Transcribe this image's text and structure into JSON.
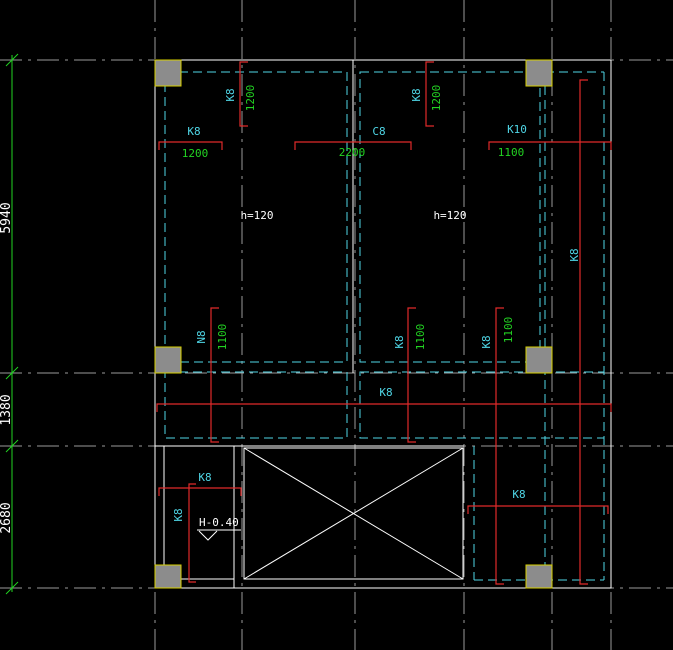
{
  "colors": {
    "background": "#000000",
    "axis_line": "#9a9a9a",
    "wall": "#ffffff",
    "column": "#8c8c8c",
    "column_edge": "#d8d000",
    "beam_dashed": "#4fd6e6",
    "rebar": "#e02a2a",
    "dimension": "#22d322",
    "text_cyan": "#4fd6e6",
    "text_green": "#22d322",
    "text_white": "#ffffff"
  },
  "dimensions": {
    "top_segment": "5940",
    "middle_segment": "1380",
    "bottom_segment": "2680"
  },
  "slabs": {
    "left_thickness": "h=120",
    "right_thickness": "h=120",
    "stair_level": "H-0.40"
  },
  "rebar_labels": {
    "top_left_bar": "K8",
    "top_left_len": "1200",
    "top_right_bar": "K8",
    "top_right_len": "1200",
    "mid_left_bar": "K8",
    "mid_left_len": "1200",
    "mid_center_bar": "C8",
    "mid_center_len": "2200",
    "mid_right_bar": "K10",
    "mid_right_len": "1100",
    "right_long_bar": "K8",
    "low_left_bar": "N8",
    "low_left_len": "1100",
    "low_mid_bar": "K8",
    "low_mid_len": "1100",
    "low_right_bar": "K8",
    "low_right_len": "1100",
    "corridor_bar": "K8",
    "bottom_left_h_bar": "K8",
    "bottom_left_v_bar": "K8",
    "bottom_right_bar": "K8"
  }
}
